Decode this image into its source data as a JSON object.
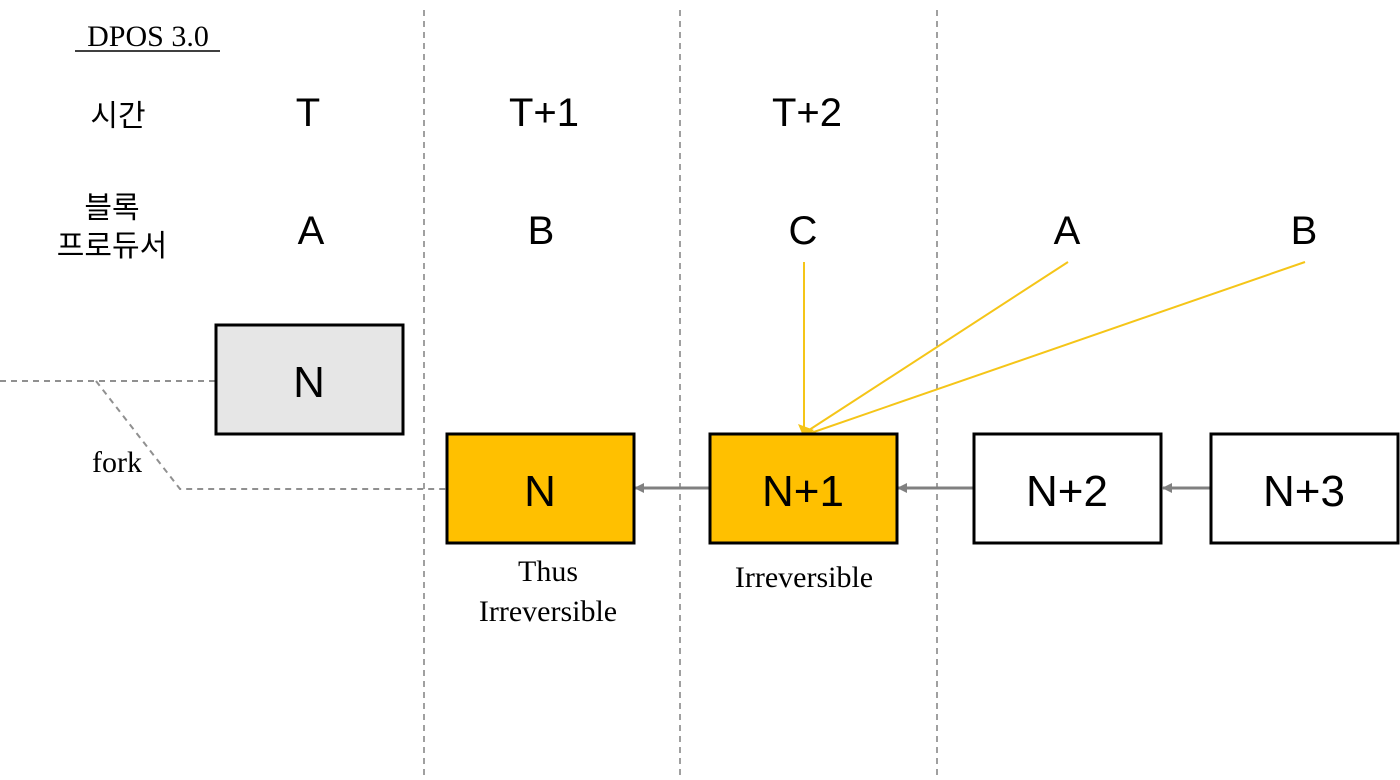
{
  "header": {
    "title": "DPOS 3.0",
    "time_label": "시간",
    "producer_label_line1": "블록",
    "producer_label_line2": "프로듀서"
  },
  "time_slots": [
    "T",
    "T+1",
    "T+2"
  ],
  "producers": [
    "A",
    "B",
    "C",
    "A",
    "B"
  ],
  "blocks": {
    "forked": "N",
    "chain": [
      "N",
      "N+1",
      "N+2",
      "N+3"
    ]
  },
  "fork_label": "fork",
  "captions": {
    "block_n_line1": "Thus",
    "block_n_line2": "Irreversible",
    "block_n1": "Irreversible"
  },
  "colors": {
    "irreversible_fill": "#FFC000",
    "forked_fill": "#E6E6E6",
    "confirmation_line": "#F5C518",
    "arrow": "#808080",
    "divider": "#A0A0A0",
    "border": "#000000"
  }
}
